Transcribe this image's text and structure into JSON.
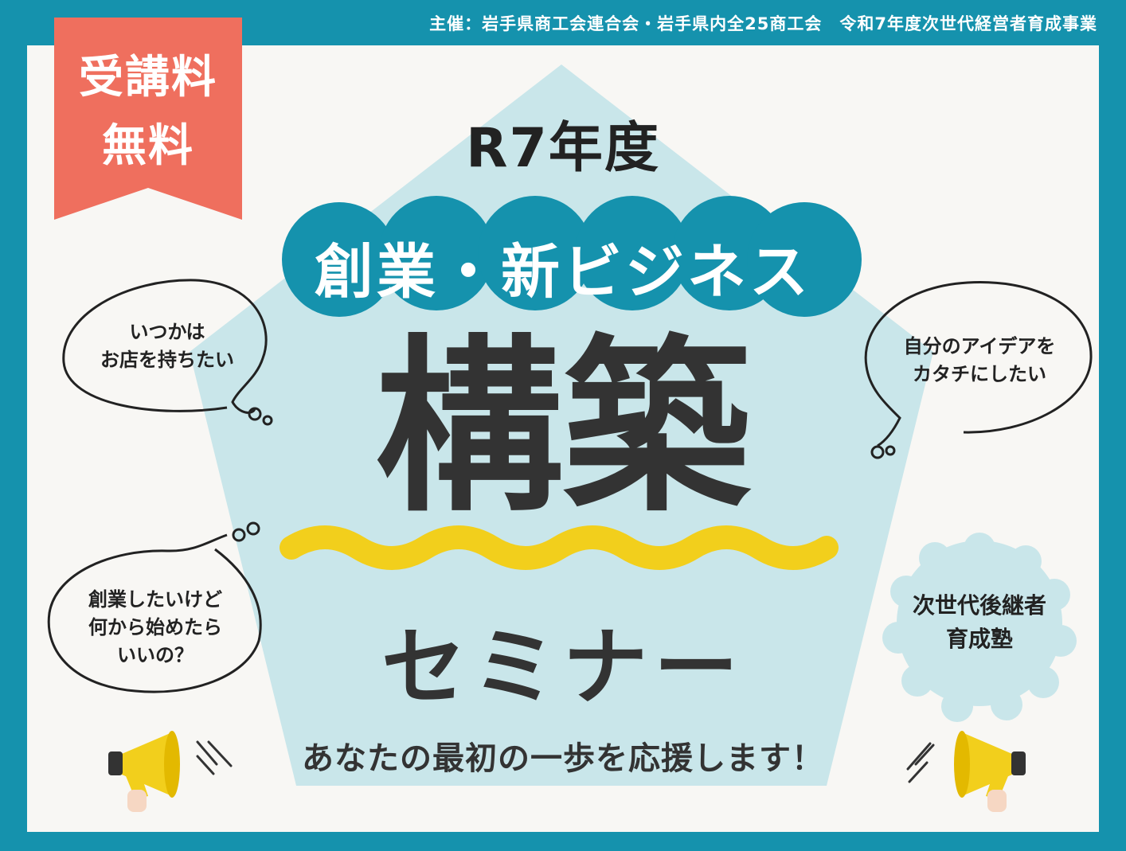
{
  "header": {
    "organizer": "主催：岩手県商工会連合会・岩手県内全25商工会　令和7年度次世代経営者育成事業"
  },
  "badge_free": {
    "line1": "受講料",
    "line2": "無料"
  },
  "title": {
    "year": "R7年度",
    "subtitle": "創業・新ビジネス",
    "main": "構築",
    "seminar": "セミナー",
    "tagline": "あなたの最初の一歩を応援します！"
  },
  "speech_bubbles": {
    "top_left": {
      "line1": "いつかは",
      "line2": "お店を持ちたい"
    },
    "top_right": {
      "line1": "自分のアイデアを",
      "line2": "カタチにしたい"
    },
    "bottom_left": {
      "line1": "創業したいけど",
      "line2": "何から始めたら",
      "line3": "いいの？"
    }
  },
  "badge_juku": {
    "line1": "次世代後継者",
    "line2": "育成塾"
  },
  "colors": {
    "frame": "#1592ad",
    "paper": "#f8f7f4",
    "pentagon": "#c9e6ea",
    "tag": "#ef6f5e",
    "circles": "#1592ad",
    "wave": "#f2cf1c",
    "text": "#333333"
  },
  "icons": [
    "megaphone-icon",
    "megaphone-icon"
  ]
}
